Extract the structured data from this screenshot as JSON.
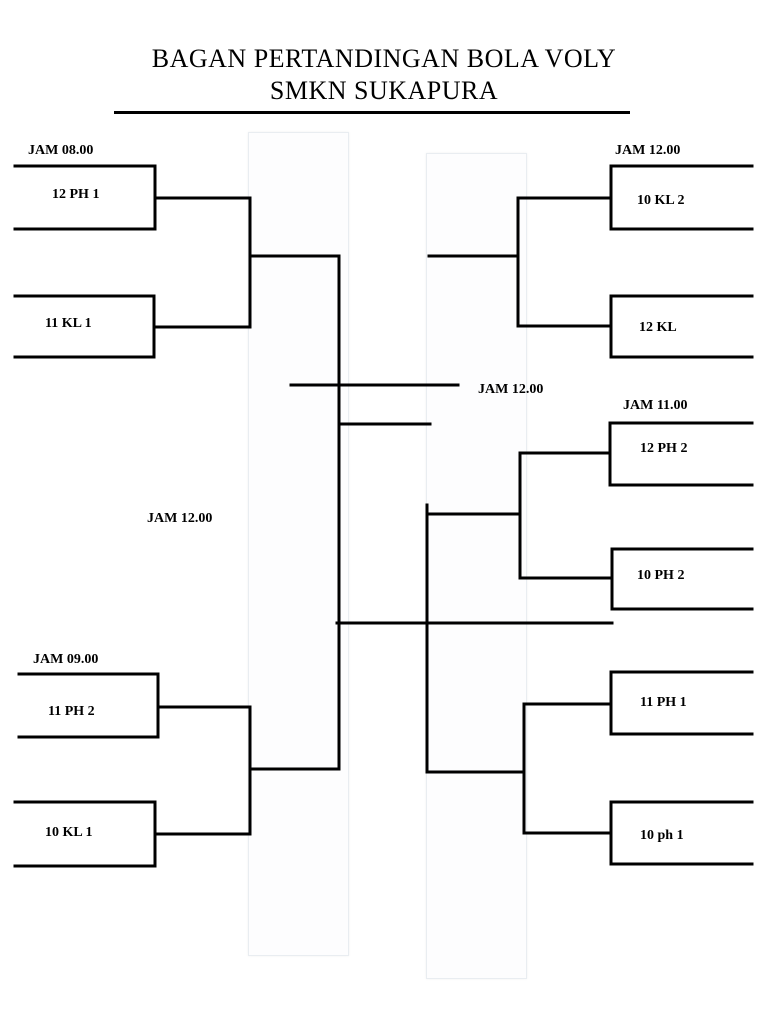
{
  "title": {
    "line1": "BAGAN PERTANDINGAN BOLA VOLY",
    "line2": "SMKN SUKAPURA"
  },
  "times": {
    "top_left": "JAM 08.00",
    "top_right": "JAM 12.00",
    "center_right": "JAM 12.00",
    "mid_right": "JAM 11.00",
    "mid_left": "JAM 12.00",
    "bottom_left": "JAM 09.00"
  },
  "teams": {
    "left": [
      "12  PH 1",
      "11 KL 1",
      "11 PH 2",
      "10  KL 1"
    ],
    "right": [
      "10 KL 2",
      "12  KL",
      "12 PH 2",
      "10 PH 2",
      "11 PH 1",
      "10  ph 1"
    ]
  }
}
